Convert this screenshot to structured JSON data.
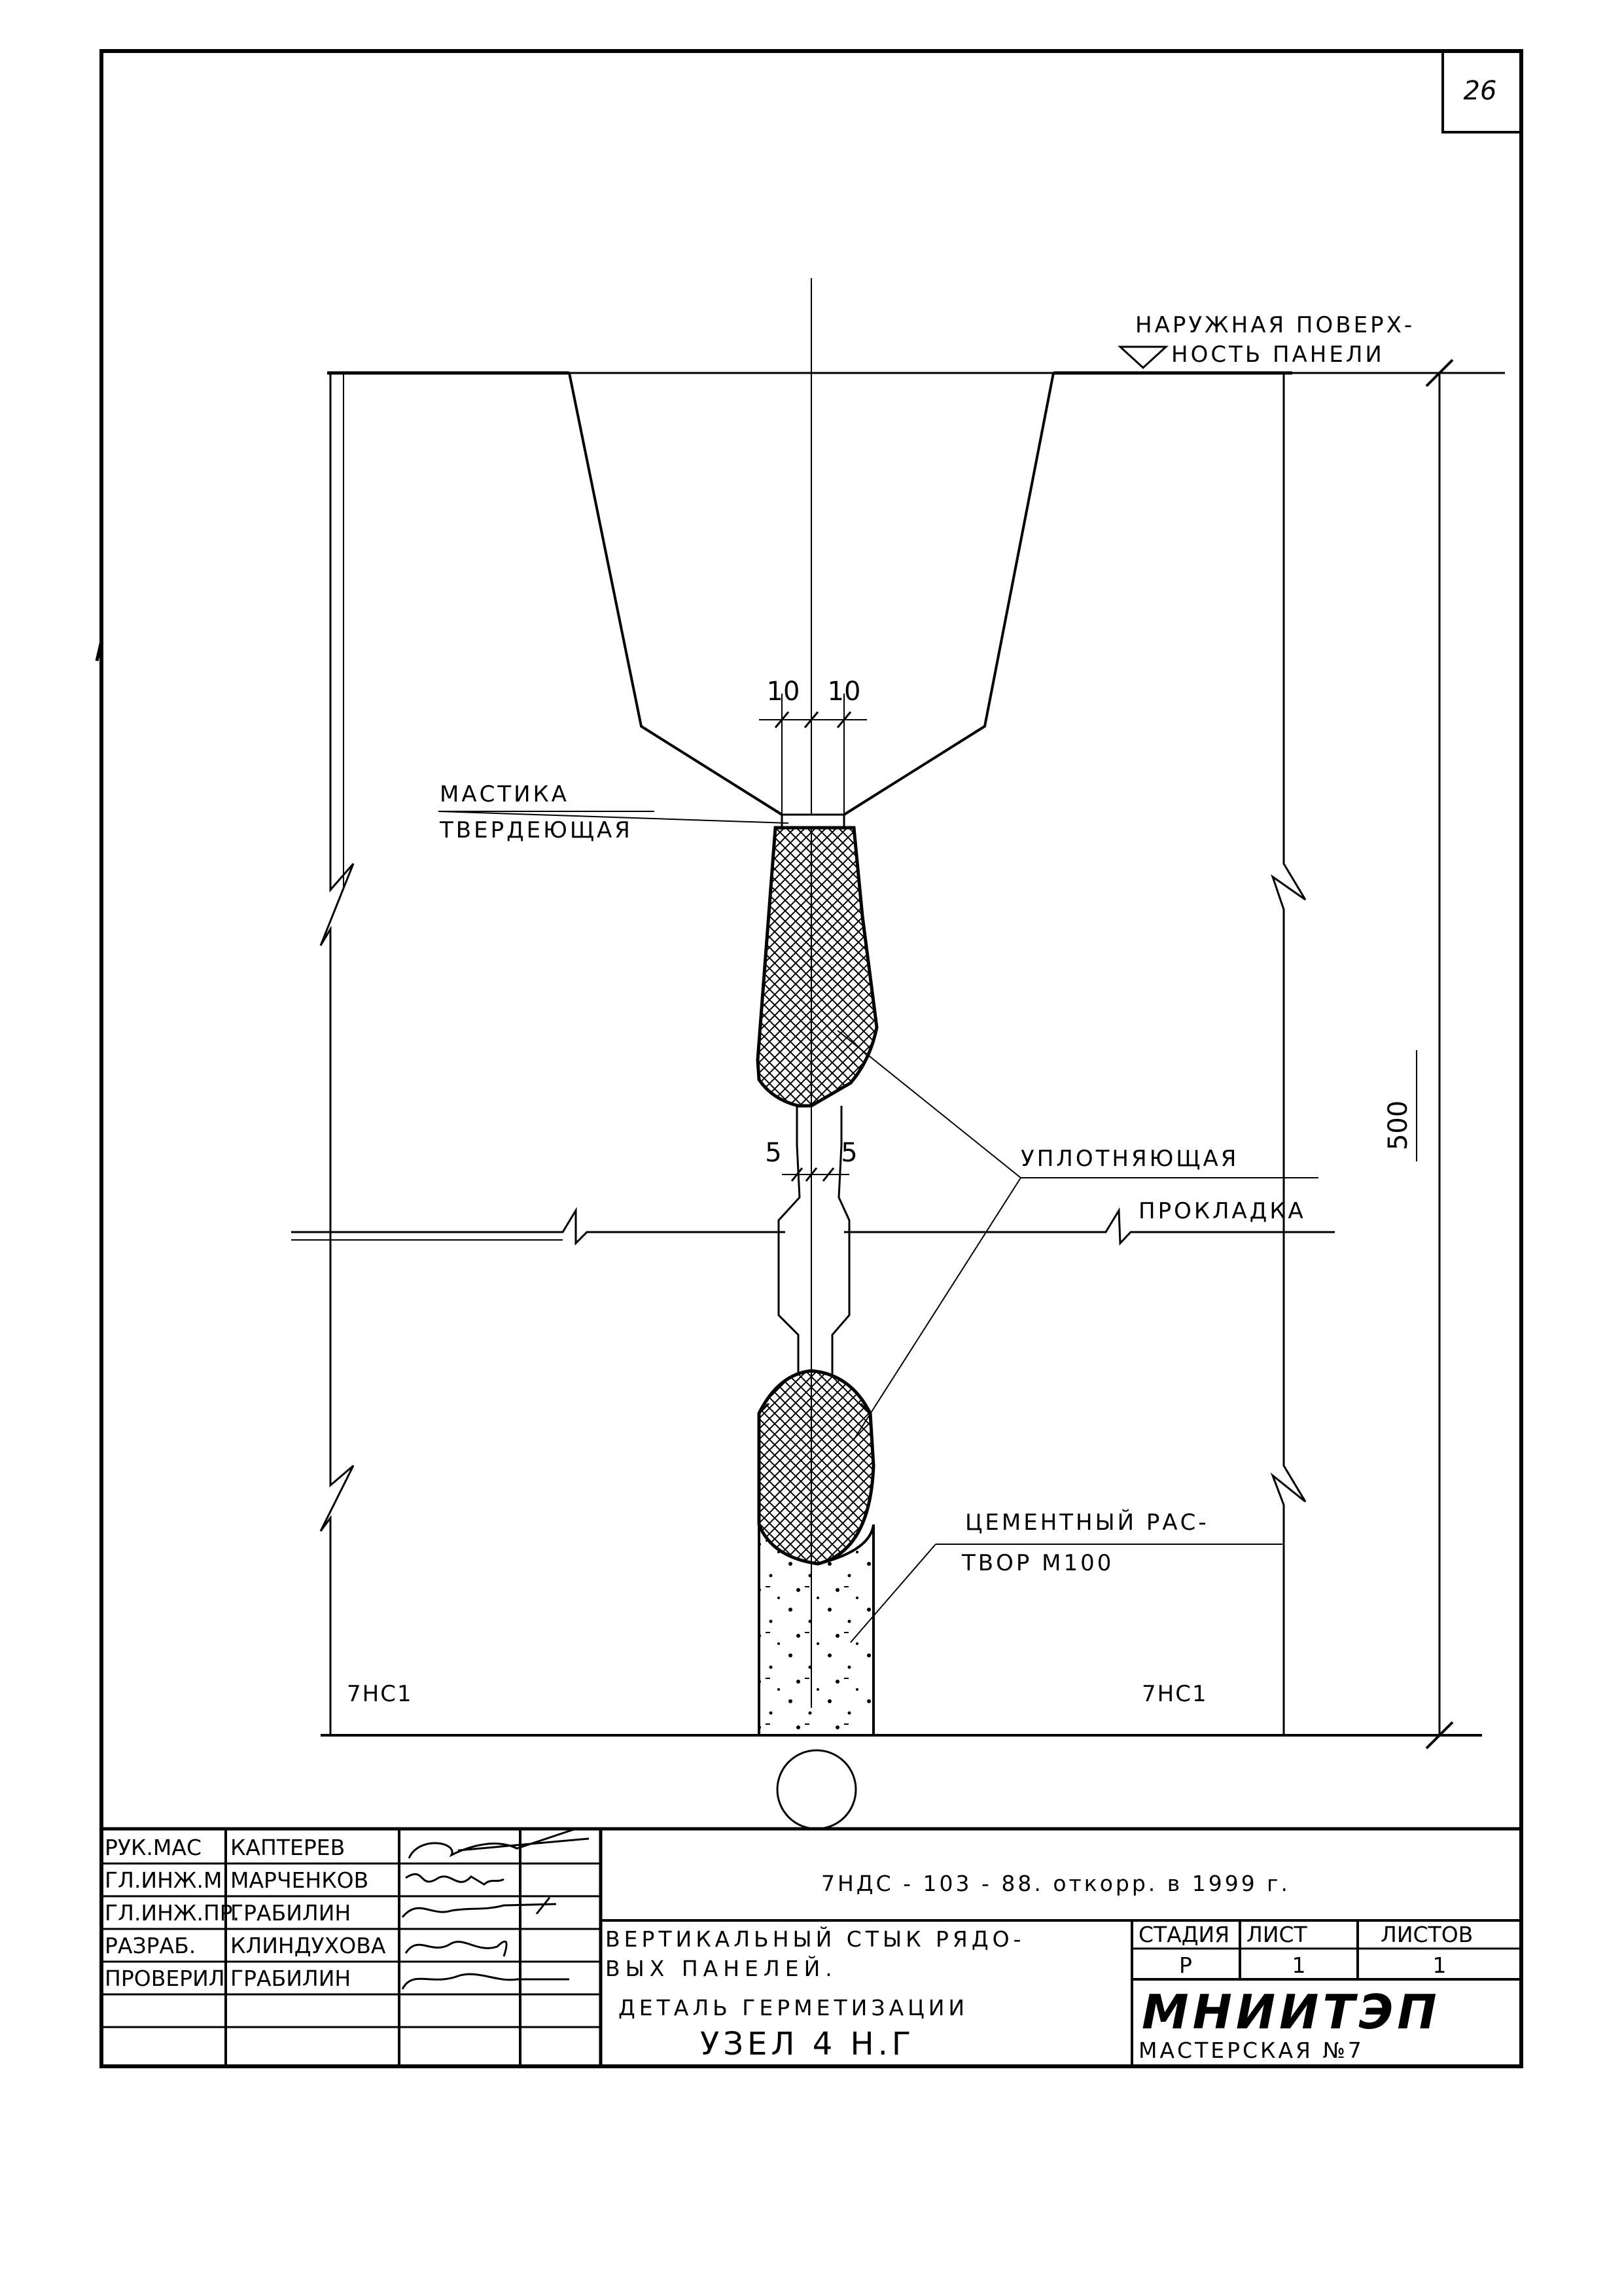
{
  "sheet_number": "26",
  "labels": {
    "outer_surface": [
      "НАРУЖНАЯ ПОВЕРХ-",
      "НОСТЬ ПАНЕЛИ"
    ],
    "mastic": [
      "МАСТИКА",
      "ТВЕРДЕЮЩАЯ"
    ],
    "gasket": [
      "УПЛОТНЯЮЩАЯ",
      "ПРОКЛАДКА"
    ],
    "mortar": [
      "ЦЕМЕНТНЫЙ РАС-",
      "ТВОР М100"
    ],
    "panel_left": "7НС1",
    "panel_right": "7НС1"
  },
  "dimensions": {
    "top_left": "10",
    "top_right": "10",
    "mid_left": "5",
    "mid_right": "5",
    "height": "500"
  },
  "title_block": {
    "roles": [
      {
        "role": "РУК.МАС",
        "name": "КАПТЕРЕВ"
      },
      {
        "role": "ГЛ.ИНЖ.М.",
        "name": "МАРЧЕНКОВ"
      },
      {
        "role": "ГЛ.ИНЖ.ПР.",
        "name": "ГРАБИЛИН"
      },
      {
        "role": "РАЗРАБ.",
        "name": "КЛИНДУХОВА"
      },
      {
        "role": "ПРОВЕРИЛ",
        "name": "ГРАБИЛИН"
      }
    ],
    "doc_code": "7НДС - 103 - 88. откорр. в 1999 г.",
    "title_lines": [
      "ВЕРТИКАЛЬНЫЙ СТЫК РЯДО-",
      "ВЫХ ПАНЕЛЕЙ.",
      "ДЕТАЛЬ ГЕРМЕТИЗАЦИИ"
    ],
    "node": "УЗЕЛ 4 Н.Г",
    "stage_header": "СТАДИЯ",
    "sheet_header": "ЛИСТ",
    "sheets_header": "ЛИСТОВ",
    "stage": "Р",
    "sheet": "1",
    "sheets": "1",
    "org": "МНИИТЭП",
    "workshop": "МАСТЕРСКАЯ №7"
  }
}
